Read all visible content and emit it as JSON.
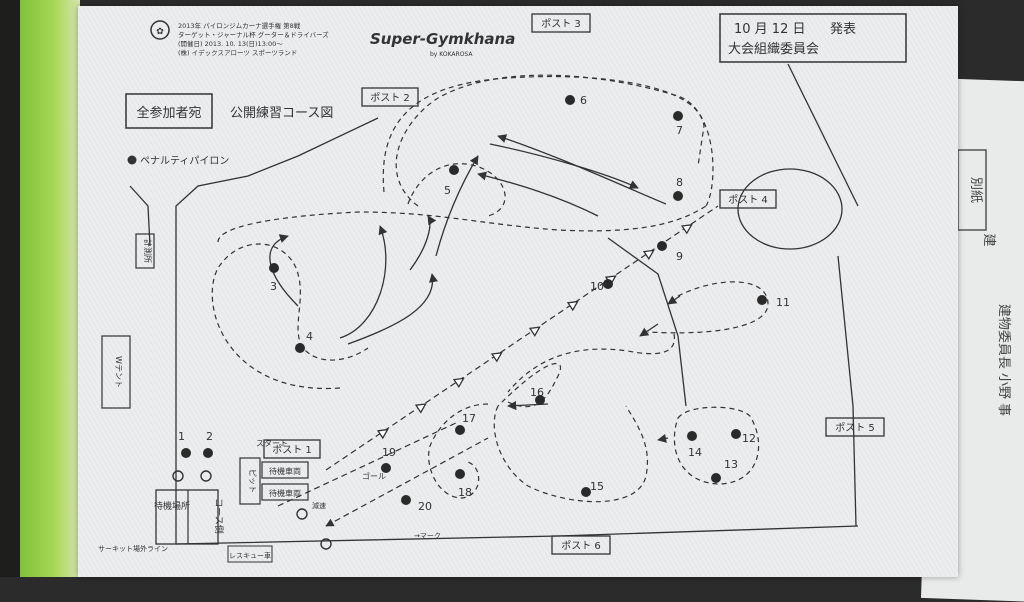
{
  "header": {
    "event_line1": "2013年 パイロンジムカーナ選手権 第8戦",
    "event_line2": "ターゲット・ジャーナル杯 グーター＆ドライバーズ",
    "date_line": "(開催日) 2013. 10. 13(日)13:00～",
    "org_line": "(株) イデックスアローツ スポーツランド",
    "brand": "Super-Gymkhana",
    "brand_sub": "by KOKAROSA"
  },
  "notice": {
    "date": "10 月 12 日",
    "action": "発表",
    "org": "大会組織委員会"
  },
  "title": {
    "audience": "全参加者宛",
    "course": "公開練習コース図"
  },
  "legend": {
    "label": "ペナルティパイロン"
  },
  "posts": {
    "p1": "ポスト 1",
    "p2": "ポスト 2",
    "p3": "ポスト 3",
    "p4": "ポスト 4",
    "p5": "ポスト 5",
    "p6": "ポスト 6"
  },
  "facilities": {
    "waiting1": "待機車両",
    "waiting2": "待機車両",
    "waiting_area": "待機場所",
    "course_side": "コース側",
    "pit": "ピット",
    "officials": "計測所",
    "w_tent": "Wテント",
    "rescue": "レスキュー車",
    "sign_line": "サーキット場外ライン"
  },
  "course_labels": {
    "start": "スタート",
    "goal": "ゴール",
    "decel": "減速",
    "arrow": "→マーク"
  },
  "pylons": [
    {
      "label": "1"
    },
    {
      "label": "2"
    },
    {
      "label": "3"
    },
    {
      "label": "4"
    },
    {
      "label": "5"
    },
    {
      "label": "6"
    },
    {
      "label": "7"
    },
    {
      "label": "8"
    },
    {
      "label": "9"
    },
    {
      "label": "10"
    },
    {
      "label": "11"
    },
    {
      "label": "12"
    },
    {
      "label": "13"
    },
    {
      "label": "14"
    },
    {
      "label": "15"
    },
    {
      "label": "16"
    },
    {
      "label": "17"
    },
    {
      "label": "18"
    },
    {
      "label": "19"
    },
    {
      "label": "20"
    }
  ],
  "side_sheet": {
    "box": "別紙",
    "line1": "建",
    "line2": "建物委員長 小野 事"
  },
  "colors": {
    "paper": "#ecedee",
    "ink": "#333333",
    "binder": "#8cc63f"
  }
}
